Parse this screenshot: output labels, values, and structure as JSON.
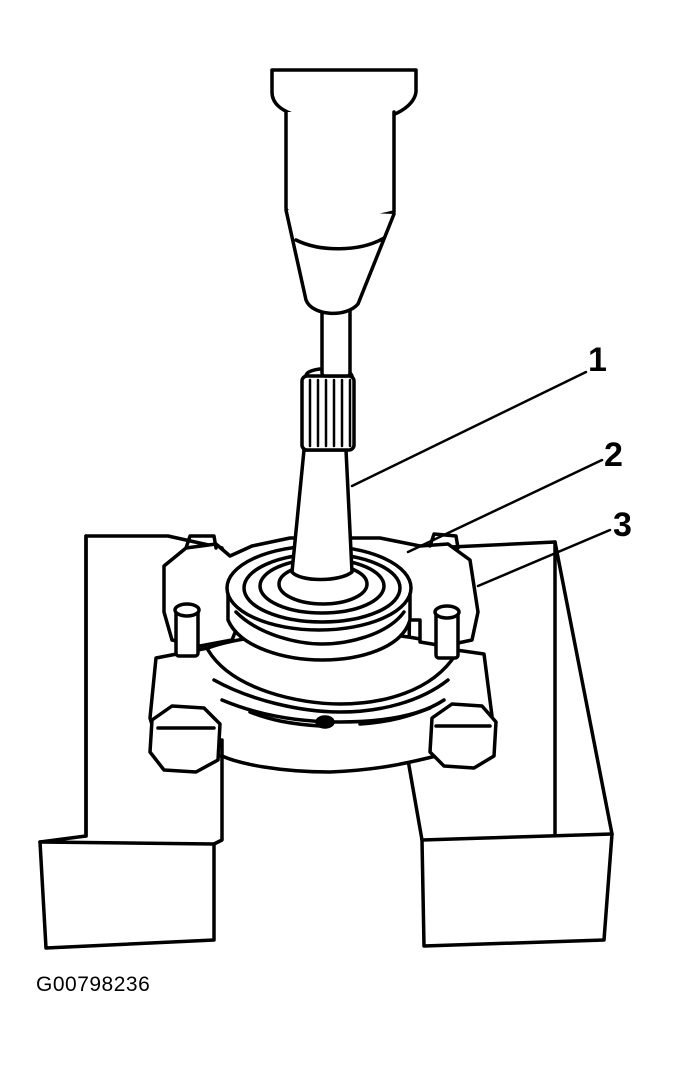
{
  "figure": {
    "id": "G00798236"
  },
  "callouts": [
    {
      "number": "1"
    },
    {
      "number": "2"
    },
    {
      "number": "3"
    }
  ],
  "colors": {
    "line": "#000000",
    "fill": "#ffffff"
  },
  "icons": [
    "press-ram",
    "shaft",
    "bearing",
    "bearing-separator-plate",
    "support-blocks"
  ]
}
